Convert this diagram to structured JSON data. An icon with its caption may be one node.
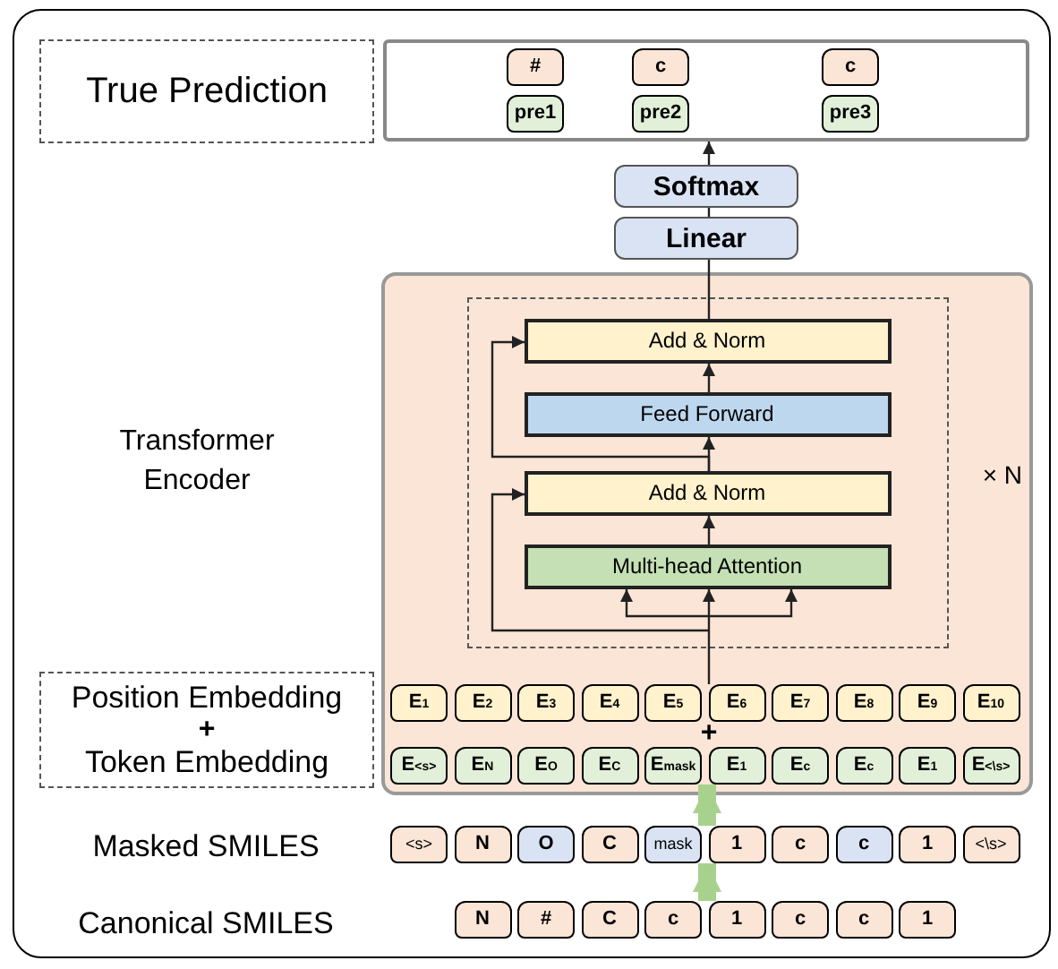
{
  "diagram": {
    "nodes": [
      {
        "text": [
          "True Prediction"
        ]
      },
      {
        "text": [],
        "shape": "box"
      },
      {
        "text": [
          "#"
        ],
        "in": 1
      },
      {
        "text": [
          "c"
        ],
        "in": 1
      },
      {
        "text": [
          "c"
        ],
        "in": 1
      },
      {
        "text": [
          "pre1"
        ],
        "in": 1
      },
      {
        "text": [
          "pre2"
        ],
        "in": 1
      },
      {
        "text": [
          "pre3"
        ],
        "in": 1
      },
      {
        "text": [
          "Softmax"
        ]
      },
      {
        "text": [
          "Linear"
        ]
      },
      {
        "text": [
          "Transformer Encoder"
        ]
      },
      {
        "text": [],
        "shape": "box",
        "in": 10,
        "beside": [
          "× N"
        ]
      },
      {
        "text": [
          "Add & Norm"
        ],
        "in": 11
      },
      {
        "text": [
          "Feed Forward"
        ],
        "in": 11
      },
      {
        "text": [
          "Add & Norm"
        ],
        "in": 11
      },
      {
        "text": [
          "Multi-head Attention"
        ],
        "in": 11
      },
      {
        "text": [
          "Position Embedding",
          "+",
          "Token Embedding"
        ]
      },
      {
        "text": [
          "E$_{1}$"
        ],
        "in": 10
      },
      {
        "text": [
          "E$_{2}$"
        ],
        "in": 10
      },
      {
        "text": [
          "E$_{3}$"
        ],
        "in": 10
      },
      {
        "text": [
          "E$_{4}$"
        ],
        "in": 10
      },
      {
        "text": [
          "E$_{5}$"
        ],
        "in": 10
      },
      {
        "text": [
          "E$_{6}$"
        ],
        "in": 10
      },
      {
        "text": [
          "E$_{7}$"
        ],
        "in": 10
      },
      {
        "text": [
          "E$_{8}$"
        ],
        "in": 10
      },
      {
        "text": [
          "E$_{9}$"
        ],
        "in": 10
      },
      {
        "text": [
          "E$_{10}$"
        ],
        "in": 10
      },
      {
        "text": [
          "E$_{<s>}$"
        ],
        "in": 10
      },
      {
        "text": [
          "E$_{N}$"
        ],
        "in": 10
      },
      {
        "text": [
          "E$_{O}$"
        ],
        "in": 10
      },
      {
        "text": [
          "E$_{C}$"
        ],
        "in": 10
      },
      {
        "text": [
          "E$_{mask}$"
        ],
        "in": 10
      },
      {
        "text": [
          "E$_{1}$"
        ],
        "in": 10
      },
      {
        "text": [
          "E$_{c}$"
        ],
        "in": 10
      },
      {
        "text": [
          "E$_{c}$"
        ],
        "in": 10
      },
      {
        "text": [
          "E$_{1}$"
        ],
        "in": 10
      },
      {
        "text": [
          "E$_{<\\s>}$"
        ],
        "in": 10
      },
      {
        "text": [
          "<s>"
        ]
      },
      {
        "text": [
          "N"
        ]
      },
      {
        "text": [
          "O"
        ]
      },
      {
        "text": [
          "C"
        ]
      },
      {
        "text": [
          "mask"
        ]
      },
      {
        "text": [
          "1"
        ]
      },
      {
        "text": [
          "c"
        ]
      },
      {
        "text": [
          "c"
        ]
      },
      {
        "text": [
          "1"
        ]
      },
      {
        "text": [
          "<\\s>"
        ]
      },
      {
        "text": [
          "N"
        ]
      },
      {
        "text": [
          "#"
        ]
      },
      {
        "text": [
          "C"
        ]
      },
      {
        "text": [
          "c"
        ]
      },
      {
        "text": [
          "1"
        ]
      },
      {
        "text": [
          "c"
        ]
      },
      {
        "text": [
          "c"
        ]
      },
      {
        "text": [
          "1"
        ]
      }
    ],
    "edges": [
      {
        "from": 15,
        "to": 14,
        "arrow": "to"
      },
      {
        "from": 14,
        "to": 13,
        "arrow": "to"
      },
      {
        "from": 13,
        "to": 12,
        "arrow": "to"
      },
      {
        "from": 12,
        "to": 9,
        "arrow": "none"
      },
      {
        "from": 9,
        "to": 8,
        "arrow": "none"
      },
      {
        "from": 8,
        "to": 1,
        "arrow": "to"
      },
      {
        "from": 22,
        "to": 15,
        "arrow": "to"
      },
      {
        "from": null,
        "to": 15,
        "arrow": "to"
      },
      {
        "from": null,
        "to": 15,
        "arrow": "to"
      },
      {
        "from": null,
        "to": 14,
        "arrow": "to"
      },
      {
        "from": 14,
        "to": 12,
        "arrow": "to"
      },
      {
        "from": 50,
        "to": 41,
        "arrow": "to",
        "style": "thick",
        "color": "#a9d18e"
      },
      {
        "from": 41,
        "to": 31,
        "arrow": "to",
        "style": "thick",
        "color": "#a9d18e"
      }
    ],
    "labels": [
      "+",
      "Masked SMILES",
      "Canonical SMILES"
    ]
  }
}
